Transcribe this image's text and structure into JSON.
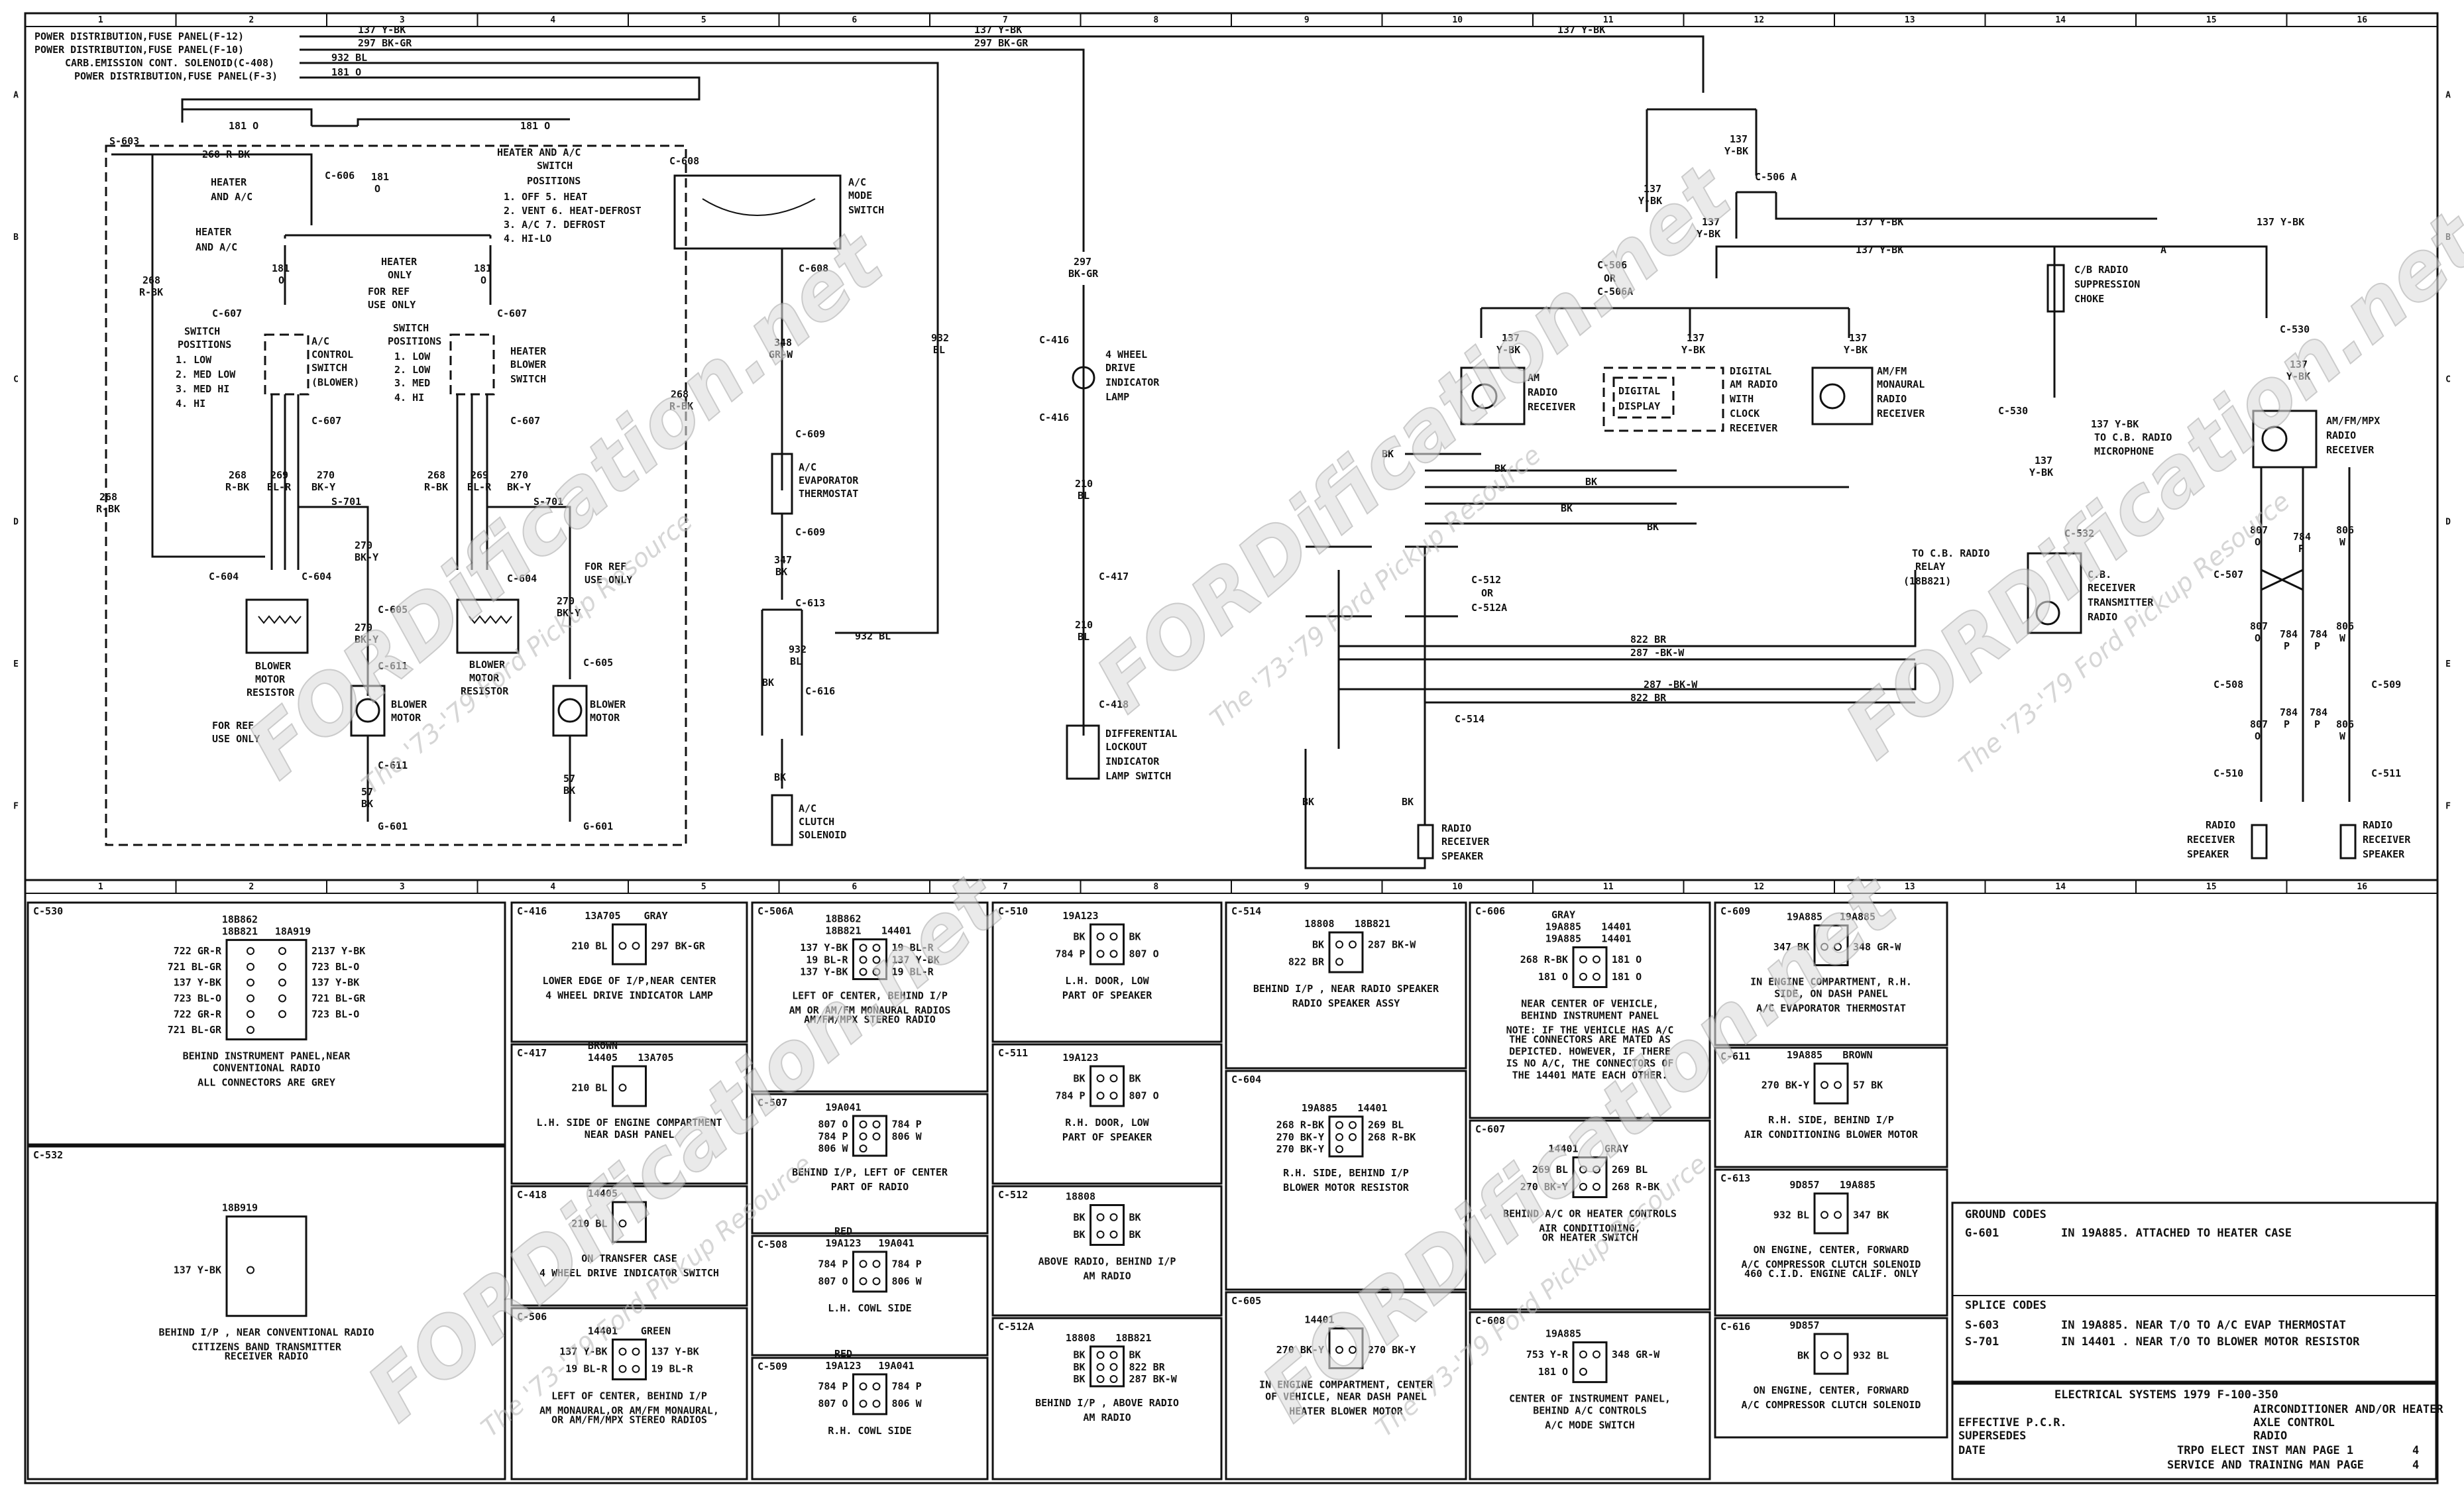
{
  "grid": {
    "columns": [
      "1",
      "2",
      "3",
      "4",
      "5",
      "6",
      "7",
      "8",
      "9",
      "10",
      "11",
      "12",
      "13",
      "14",
      "15",
      "16"
    ],
    "rows": [
      "A",
      "B",
      "C",
      "D",
      "E",
      "F"
    ]
  },
  "feeds": [
    {
      "source": "POWER DISTRIBUTION,FUSE PANEL(F-12)",
      "wire": "137 Y-BK"
    },
    {
      "source": "POWER DISTRIBUTION,FUSE PANEL(F-10)",
      "wire": "297 BK-GR"
    },
    {
      "source": "CARB.EMISSION CONT. SOLENOID(C-408)",
      "wire": "932 BL"
    },
    {
      "source": "POWER DISTRIBUTION,FUSE PANEL(F-3)",
      "wire": "181 O"
    }
  ],
  "wires": {
    "w137": "137 Y-BK",
    "w137s": [
      "137",
      "Y-BK"
    ],
    "w297": "297 BK-GR",
    "w297s": [
      "297",
      "BK-GR"
    ],
    "w932": "932 BL",
    "w932s": [
      "932",
      "BL"
    ],
    "w181": "181 O",
    "w181s": [
      "181",
      "O"
    ],
    "w268": "268 R-BK",
    "w268s": [
      "268",
      "R-BK"
    ],
    "w269s": [
      "269",
      "BL-R"
    ],
    "w270s": [
      "270",
      "BK-Y"
    ],
    "w348s": [
      "348",
      "GR-W"
    ],
    "w347s": [
      "347",
      "BK"
    ],
    "w210s": [
      "210",
      "BL"
    ],
    "w57s": [
      "57",
      "BK"
    ],
    "w822": "822 BR",
    "w287": "287 -BK-W",
    "w807s": [
      "807",
      "O"
    ],
    "w784s": [
      "784",
      "P"
    ],
    "w806s": [
      "806",
      "W"
    ],
    "bk": "BK",
    "a": "A"
  },
  "connectors": {
    "s603": "S-603",
    "c606": "C-606",
    "c607": "C-607",
    "c604": "C-604",
    "s701": "S-701",
    "c605": "C-605",
    "c611": "C-611",
    "g601": "G-601",
    "c608": "C-608",
    "c609": "C-609",
    "c613": "C-613",
    "c616": "C-616",
    "c416": "C-416",
    "c417": "C-417",
    "c418": "C-418",
    "c506a": "C-506 A",
    "c506": "C-506",
    "or": "OR",
    "c506A": "C-506A",
    "c512": "C-512",
    "c512A": "C-512A",
    "c514": "C-514",
    "c530": "C-530",
    "c532": "C-532",
    "c507": "C-507",
    "c508": "C-508",
    "c509": "C-509",
    "c510": "C-510",
    "c511": "C-511"
  },
  "components": {
    "heater_ac": [
      "HEATER",
      "AND A/C"
    ],
    "heater_ac_switch": [
      "HEATER AND A/C",
      "SWITCH",
      "POSITIONS"
    ],
    "switch_positions_main": [
      "1. OFF  5. HEAT",
      "2. VENT 6. HEAT-DEFROST",
      "3. A/C  7. DEFROST",
      "4. HI-LO"
    ],
    "heater_only": [
      "HEATER",
      "ONLY"
    ],
    "for_ref": [
      "FOR REF",
      "USE ONLY"
    ],
    "switch_positions": "SWITCH",
    "positions": "POSITIONS",
    "fan_speeds": [
      "1. LOW",
      "2. MED LOW",
      "3. MED HI",
      "4. HI"
    ],
    "fan_speeds2": [
      "1. LOW",
      "2. LOW",
      "3. MED",
      "4. HI"
    ],
    "ac_control_switch": [
      "A/C",
      "CONTROL",
      "SWITCH",
      "(BLOWER)"
    ],
    "heater_blower_switch": [
      "HEATER",
      "BLOWER",
      "SWITCH"
    ],
    "blower_motor_resistor": [
      "BLOWER",
      "MOTOR",
      "RESISTOR"
    ],
    "blower_motor": [
      "BLOWER",
      "MOTOR"
    ],
    "ac_mode_switch": [
      "A/C",
      "MODE",
      "SWITCH"
    ],
    "evap_thermostat": [
      "A/C",
      "EVAPORATOR",
      "THERMOSTAT"
    ],
    "clutch_solenoid": [
      "A/C",
      "CLUTCH",
      "SOLENOID"
    ],
    "wd_lamp": [
      "4 WHEEL",
      "DRIVE",
      "INDICATOR",
      "LAMP"
    ],
    "diff_lockout": [
      "DIFFERENTIAL",
      "LOCKOUT",
      "INDICATOR",
      "LAMP SWITCH"
    ],
    "am_radio": [
      "AM",
      "RADIO",
      "RECEIVER"
    ],
    "digital_display": [
      "DIGITAL",
      "DISPLAY"
    ],
    "digital_am_radio": [
      "DIGITAL",
      "AM RADIO",
      "WITH",
      "CLOCK",
      "RECEIVER"
    ],
    "amfm_mono": [
      "AM/FM",
      "MONAURAL",
      "RADIO",
      "RECEIVER"
    ],
    "cb_choke": [
      "C/B RADIO",
      "SUPPRESSION",
      "CHOKE"
    ],
    "cb_mic": [
      "TO C.B. RADIO",
      "MICROPHONE"
    ],
    "cb_relay": [
      "TO C.B. RADIO",
      "RELAY",
      "(18B821)"
    ],
    "cb_radio": [
      "C.B.",
      "RECEIVER",
      "TRANSMITTER",
      "RADIO"
    ],
    "amfm_mpx": [
      "AM/FM/MPX",
      "RADIO",
      "RECEIVER"
    ],
    "radio_speaker": [
      "RADIO",
      "RECEIVER",
      "SPEAKER"
    ]
  },
  "views": {
    "c530": {
      "id": "C-530",
      "parts": [
        "18B821",
        "18A919",
        "18B862"
      ],
      "pins": [
        "722 GR-R",
        "721 BL-GR",
        "137 Y-BK",
        "723 BL-O",
        "722 GR-R",
        "721 BL-GR",
        "2137 Y-BK",
        "723 BL-O",
        "137 Y-BK",
        "721 BL-GR",
        "723 BL-O"
      ],
      "loc": [
        "BEHIND INSTRUMENT PANEL,NEAR",
        "CONVENTIONAL RADIO"
      ],
      "note": "ALL CONNECTORS ARE GREY"
    },
    "c532": {
      "id": "C-532",
      "parts": [
        "18B919"
      ],
      "pins": [
        "137 Y-BK"
      ],
      "loc": "BEHIND I/P , NEAR CONVENTIONAL RADIO",
      "note": [
        "CITIZENS BAND TRANSMITTER",
        "RECEIVER RADIO"
      ]
    },
    "c416": {
      "id": "C-416",
      "parts": [
        "13A705",
        "GRAY"
      ],
      "pins": [
        "210 BL",
        "297 BK-GR"
      ],
      "loc": "LOWER EDGE OF I/P,NEAR CENTER",
      "note": "4 WHEEL DRIVE INDICATOR LAMP"
    },
    "c417": {
      "id": "C-417",
      "parts": [
        "14405",
        "13A705",
        "BROWN"
      ],
      "pins": [
        "210 BL"
      ],
      "loc": [
        "L.H. SIDE OF ENGINE COMPARTMENT",
        "NEAR DASH PANEL"
      ]
    },
    "c418": {
      "id": "C-418",
      "parts": [
        "14405"
      ],
      "pins": [
        "210 BL"
      ],
      "loc": "ON TRANSFER CASE",
      "note": "4 WHEEL DRIVE INDICATOR SWITCH"
    },
    "c506": {
      "id": "C-506",
      "parts": [
        "14401",
        "GREEN"
      ],
      "pins": [
        "137 Y-BK",
        "19 BL-R",
        "137 Y-BK",
        "19 BL-R"
      ],
      "loc": "LEFT OF CENTER, BEHIND I/P",
      "note": [
        "AM MONAURAL,OR AM/FM MONAURAL,",
        "OR AM/FM/MPX STEREO RADIOS"
      ]
    },
    "c506a": {
      "id": "C-506A",
      "parts": [
        "18B821",
        "14401",
        "18B862"
      ],
      "pins": [
        "137 Y-BK",
        "19 BL-R",
        "137 Y-BK",
        "19 BL-R",
        "137 Y-BK",
        "19 BL-R"
      ],
      "loc": "LEFT OF CENTER, BEHIND I/P",
      "note": [
        "AM OR AM/FM MONAURAL RADIOS",
        "AM/FM/MPX STEREO RADIO"
      ]
    },
    "c507": {
      "id": "C-507",
      "parts": [
        "19A041"
      ],
      "pins": [
        "807 O",
        "784 P",
        "806 W",
        "784 P",
        "806 W"
      ],
      "loc": "BEHIND I/P, LEFT OF CENTER",
      "note": "PART OF RADIO"
    },
    "c508": {
      "id": "C-508",
      "parts": [
        "19A123",
        "19A041",
        "RED"
      ],
      "pins": [
        "784 P",
        "807 O",
        "784 P",
        "806 W"
      ],
      "loc": "L.H. COWL SIDE"
    },
    "c509": {
      "id": "C-509",
      "parts": [
        "19A123",
        "19A041",
        "RED"
      ],
      "pins": [
        "784 P",
        "807 O",
        "784 P",
        "806 W"
      ],
      "loc": "R.H. COWL SIDE"
    },
    "c510": {
      "id": "C-510",
      "parts": [
        "19A123"
      ],
      "pins": [
        "BK",
        "784 P",
        "BK",
        "807 O"
      ],
      "loc": "L.H. DOOR, LOW",
      "note": "PART OF SPEAKER"
    },
    "c511": {
      "id": "C-511",
      "parts": [
        "19A123"
      ],
      "pins": [
        "BK",
        "784 P",
        "BK",
        "807 O"
      ],
      "loc": "R.H. DOOR, LOW",
      "note": "PART OF SPEAKER"
    },
    "c512": {
      "id": "C-512",
      "parts": [
        "18808"
      ],
      "pins": [
        "BK",
        "BK",
        "BK",
        "BK"
      ],
      "loc": "ABOVE RADIO, BEHIND I/P",
      "note": "AM RADIO"
    },
    "c512a": {
      "id": "C-512A",
      "parts": [
        "18808",
        "18B821"
      ],
      "pins": [
        "BK",
        "BK",
        "BK",
        "BK",
        "822 BR",
        "287 BK-W"
      ],
      "loc": "BEHIND I/P , ABOVE RADIO",
      "note": "AM RADIO"
    },
    "c514": {
      "id": "C-514",
      "parts": [
        "18808",
        "18B821"
      ],
      "pins": [
        "BK",
        "822 BR",
        "287 BK-W"
      ],
      "loc": "BEHIND I/P , NEAR RADIO SPEAKER",
      "note": "RADIO SPEAKER ASSY"
    },
    "c604": {
      "id": "C-604",
      "parts": [
        "19A885",
        "14401"
      ],
      "pins": [
        "268 R-BK",
        "270 BK-Y",
        "270 BK-Y",
        "269 BL",
        "268 R-BK"
      ],
      "loc": "R.H. SIDE, BEHIND I/P",
      "note": "BLOWER MOTOR RESISTOR"
    },
    "c605": {
      "id": "C-605",
      "parts": [
        "14401"
      ],
      "pins": [
        "270 BK-Y",
        "270 BK-Y"
      ],
      "loc": [
        "IN ENGINE COMPARTMENT, CENTER",
        "OF VEHICLE, NEAR DASH PANEL"
      ],
      "note": "HEATER BLOWER MOTOR"
    },
    "c606": {
      "id": "C-606",
      "parts": [
        "19A885",
        "14401",
        "19A885",
        "14401",
        "GRAY"
      ],
      "pins": [
        "268 R-BK",
        "181 O",
        "181 O",
        "181 O"
      ],
      "loc": [
        "NEAR CENTER OF VEHICLE,",
        "BEHIND INSTRUMENT PANEL"
      ],
      "note": [
        "NOTE: IF THE VEHICLE HAS A/C",
        "THE CONNECTORS ARE MATED AS",
        "DEPICTED. HOWEVER, IF THERE",
        "IS NO A/C, THE CONNECTORS OF",
        "THE 14401 MATE EACH OTHER."
      ]
    },
    "c607": {
      "id": "C-607",
      "parts": [
        "14401",
        "GRAY"
      ],
      "pins": [
        "269 BL",
        "270 BK-Y",
        "269 BL",
        "268 R-BK"
      ],
      "loc": "BEHIND A/C OR HEATER CONTROLS",
      "note": [
        "AIR CONDITIONING,",
        "OR HEATER SWITCH"
      ]
    },
    "c608": {
      "id": "C-608",
      "parts": [
        "19A885"
      ],
      "pins": [
        "753 Y-R",
        "181 O",
        "348 GR-W"
      ],
      "loc": [
        "CENTER OF INSTRUMENT PANEL,",
        "BEHIND A/C CONTROLS"
      ],
      "note": "A/C MODE SWITCH"
    },
    "c609": {
      "id": "C-609",
      "parts": [
        "19A885",
        "19A885"
      ],
      "pins": [
        "347 BK",
        "348 GR-W"
      ],
      "loc": [
        "IN ENGINE COMPARTMENT, R.H.",
        "SIDE, ON DASH PANEL"
      ],
      "note": "A/C EVAPORATOR THERMOSTAT"
    },
    "c611": {
      "id": "C-611",
      "parts": [
        "19A885",
        "BROWN"
      ],
      "pins": [
        "270 BK-Y",
        "57 BK"
      ],
      "loc": "R.H. SIDE, BEHIND I/P",
      "note": "AIR CONDITIONING BLOWER MOTOR"
    },
    "c613": {
      "id": "C-613",
      "parts": [
        "9D857",
        "19A885"
      ],
      "pins": [
        "932 BL",
        "347 BK"
      ],
      "loc": "ON ENGINE, CENTER, FORWARD",
      "note": [
        "A/C COMPRESSOR CLUTCH SOLENOID",
        "460 C.I.D. ENGINE CALIF. ONLY"
      ]
    },
    "c616": {
      "id": "C-616",
      "parts": [
        "9D857"
      ],
      "pins": [
        "BK",
        "932 BL"
      ],
      "loc": "ON ENGINE, CENTER, FORWARD",
      "note": "A/C COMPRESSOR CLUTCH SOLENOID"
    }
  },
  "codes": {
    "ground_title": "GROUND CODES",
    "ground": [
      {
        "code": "G-601",
        "desc": "IN 19A885. ATTACHED TO HEATER CASE"
      }
    ],
    "splice_title": "SPLICE CODES",
    "splice": [
      {
        "code": "S-603",
        "desc": "IN 19A885. NEAR T/O TO A/C EVAP THERMOSTAT"
      },
      {
        "code": "S-701",
        "desc": "IN 14401 . NEAR T/O TO BLOWER MOTOR RESISTOR"
      }
    ]
  },
  "title_block": {
    "title": "ELECTRICAL SYSTEMS 1979 F-100-350",
    "subject": [
      "AIRCONDITIONER AND/OR HEATER",
      "AXLE CONTROL",
      "RADIO"
    ],
    "labels": [
      "EFFECTIVE P.C.R.",
      "SUPERSEDES",
      "DATE"
    ],
    "page_ref": [
      "TRPO ELECT INST MAN PAGE 1",
      "SERVICE AND TRAINING MAN PAGE"
    ],
    "page_nums": [
      "4",
      "4"
    ]
  },
  "watermark": {
    "brand": "FORDification.net",
    "tagline": "The '73-'79 Ford Pickup Resource"
  }
}
